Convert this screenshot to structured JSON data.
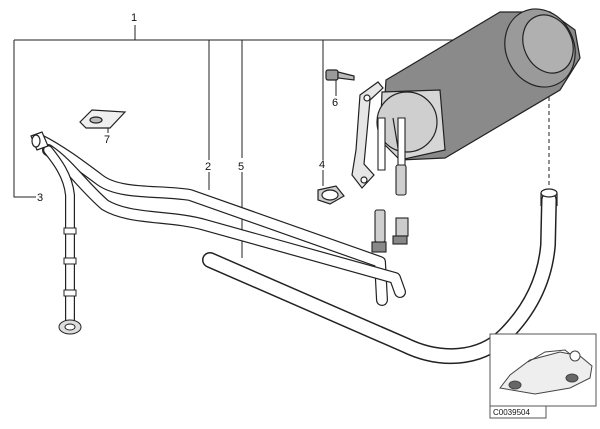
{
  "diagram": {
    "callouts": {
      "c1": "1",
      "c2": "2",
      "c3": "3",
      "c4": "4",
      "c5": "5",
      "c6": "6",
      "c7": "7"
    },
    "reference_code": "C0039504"
  }
}
